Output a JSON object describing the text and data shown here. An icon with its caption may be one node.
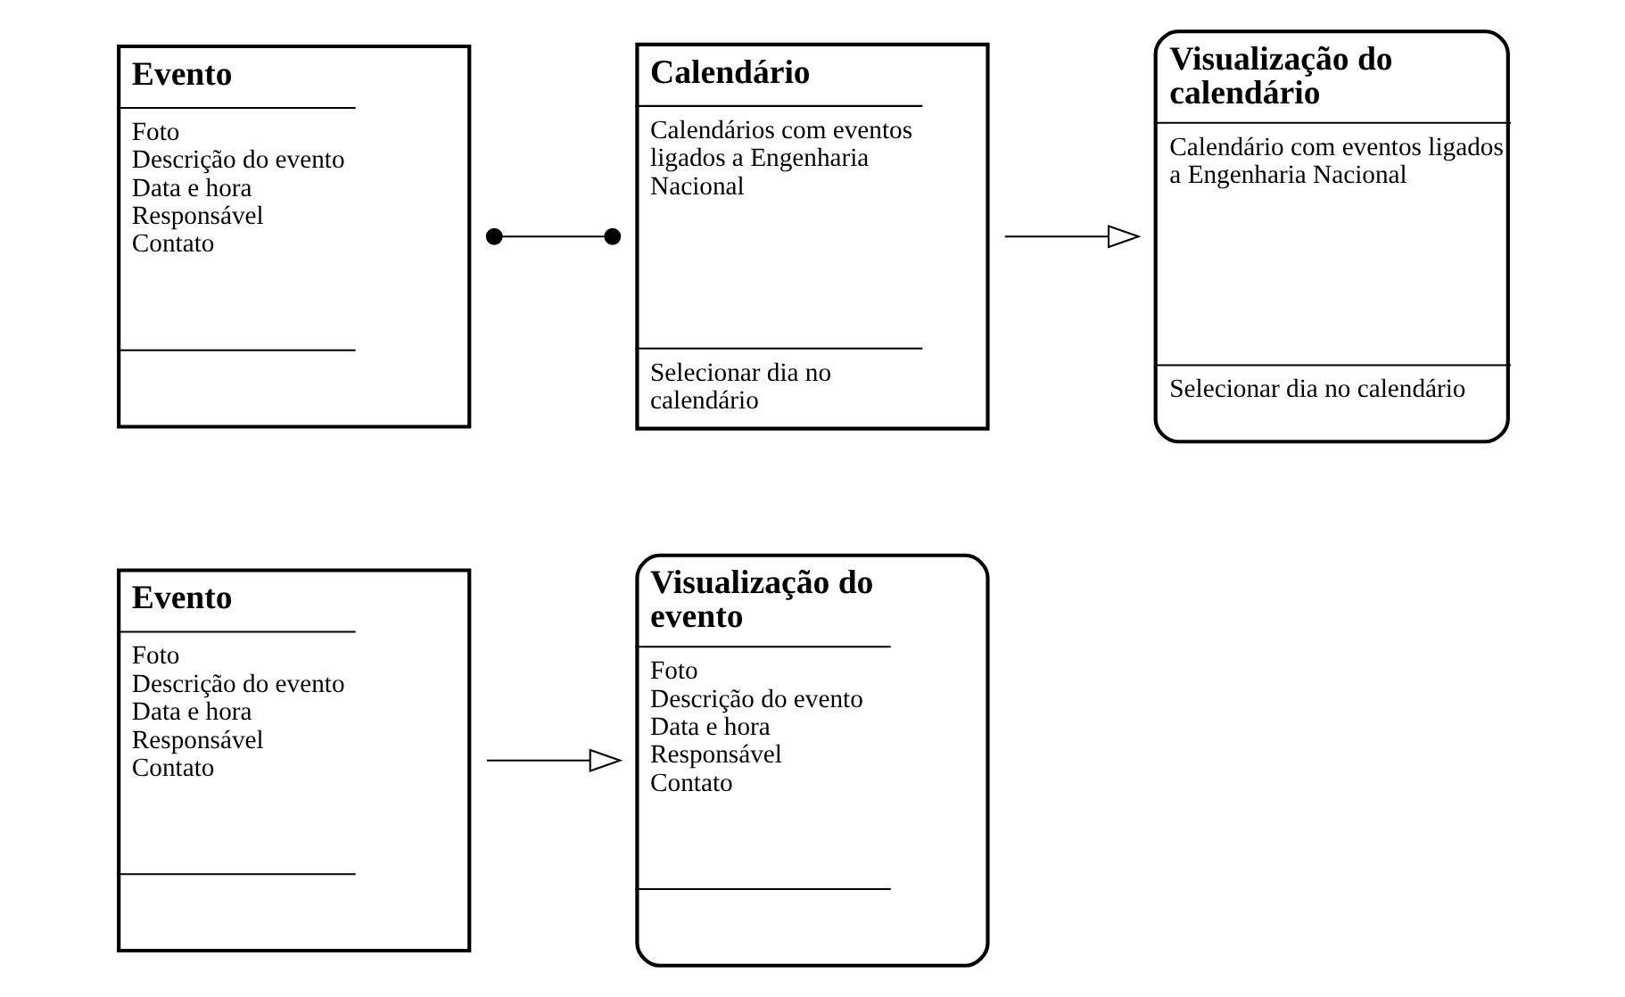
{
  "diagram": {
    "nodes": [
      {
        "text": [
          "Evento",
          "Foto",
          "Descrição do evento",
          "Data e hora",
          "Responsável",
          "Contato"
        ]
      },
      {
        "text": [
          "Calendário",
          "Calendários com eventos ligados a Engenharia Nacional",
          "Selecionar dia no calendário"
        ]
      },
      {
        "text": [
          "Visualização do calendário",
          "Calendário com eventos ligados a Engenharia Nacional",
          "Selecionar dia no calendário"
        ]
      },
      {
        "text": [
          "Evento",
          "Foto",
          "Descrição do evento",
          "Data e hora",
          "Responsável",
          "Contato"
        ]
      },
      {
        "text": [
          "Visualização do evento",
          "Foto",
          "Descrição do evento",
          "Data e hora",
          "Responsável",
          "Contato"
        ]
      }
    ],
    "edges": [
      {
        "from": 0,
        "to": 1,
        "arrow": "other"
      },
      {
        "from": 1,
        "to": 2,
        "arrow": "to"
      },
      {
        "from": 3,
        "to": 4,
        "arrow": "to"
      }
    ]
  }
}
